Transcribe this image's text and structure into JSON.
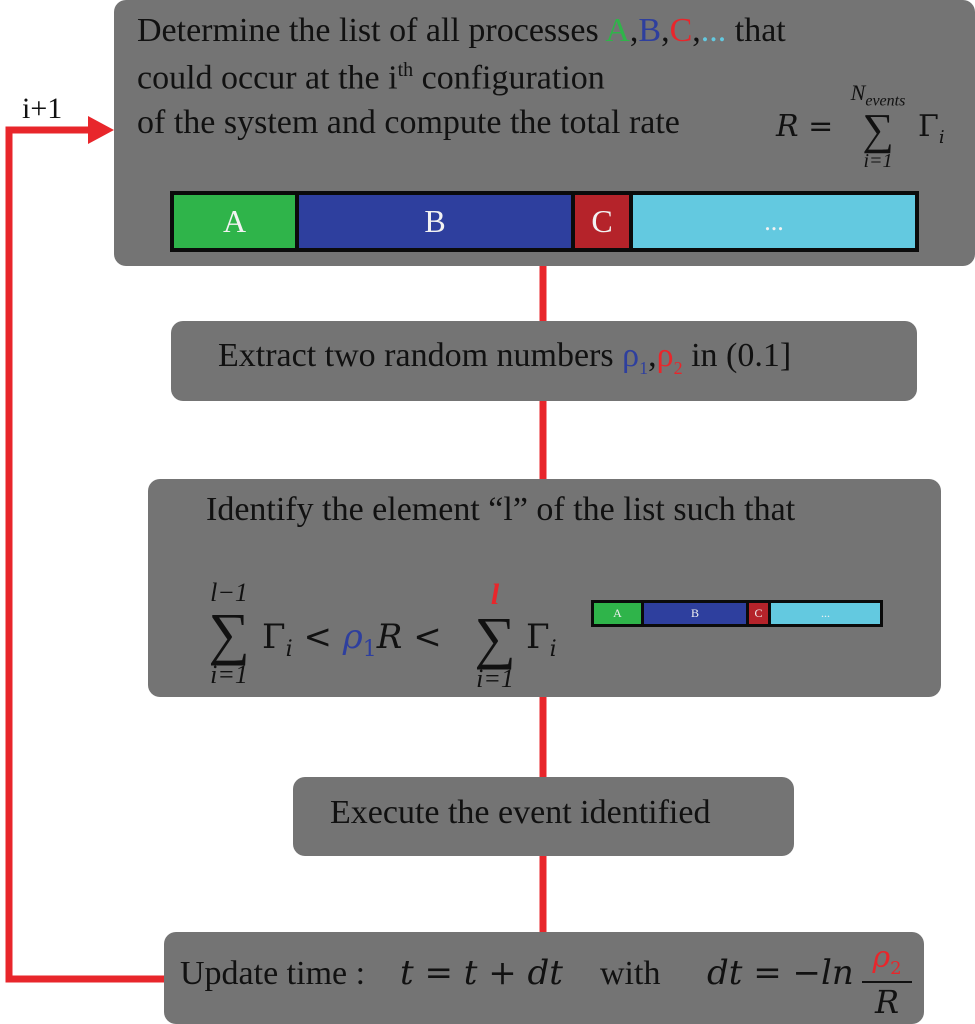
{
  "colors": {
    "box": "#747474",
    "arrow": "#e8262b",
    "green": "#2fb44a",
    "blue": "#2e3f9e",
    "red": "#b5232a",
    "cyan": "#63c9e0"
  },
  "loop_label": "i+1",
  "step1": {
    "line1_prefix": "Determine the list of all processes",
    "proc_a": "A",
    "proc_b": "B",
    "proc_c": "C",
    "proc_more": "...",
    "comma": ",",
    "line1_suffix": "that",
    "line2_prefix": "could occur at the i",
    "line2_sup": "th",
    "line2_suffix": "configuration",
    "line3": "of the system and compute the total rate",
    "formula_lhs": "R =",
    "sum_upper": "N",
    "sum_upper_sub": "events",
    "sum_lower": "i=1",
    "sum_symbol": "∑",
    "sum_term": "Γ",
    "sum_term_sub": "i",
    "bar": {
      "a": "A",
      "b": "B",
      "c": "C",
      "more": "..."
    }
  },
  "step2": {
    "prefix": "Extract two random numbers",
    "rho": "ρ",
    "sub1": "1",
    "sub2": "2",
    "comma": ",",
    "suffix": "in (0.1]"
  },
  "step3": {
    "title": "Identify the element “l” of the list such that",
    "sum1_upper": "l−1",
    "sum_lower": "i=1",
    "sum2_upper": "l",
    "sum_symbol": "∑",
    "gamma": "Γ",
    "gamma_sub": "i",
    "lt": "<",
    "rho": "ρ",
    "rho_sub": "1",
    "R": "R",
    "bar": {
      "a": "A",
      "b": "B",
      "c": "C",
      "more": "..."
    }
  },
  "step4": {
    "text": "Execute the event identified"
  },
  "step5": {
    "prefix": "Update time :",
    "eq1": "t = t + dt",
    "with": "with",
    "eq2_lhs": "dt = −ln",
    "frac_num": "ρ",
    "frac_num_sub": "2",
    "frac_den": "R"
  }
}
